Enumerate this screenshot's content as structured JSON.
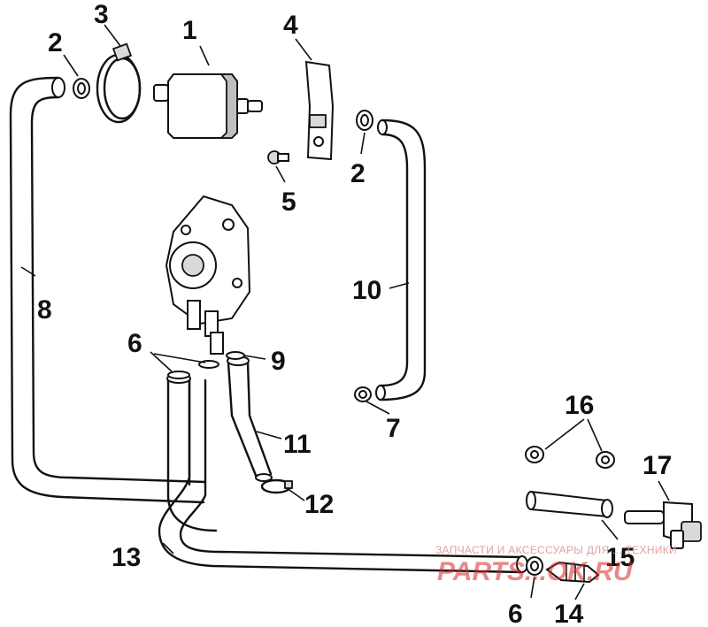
{
  "diagram": {
    "callouts": {
      "c1": "1",
      "c2a": "2",
      "c2b": "2",
      "c3": "3",
      "c4": "4",
      "c5": "5",
      "c6a": "6",
      "c6b": "6",
      "c7": "7",
      "c8": "8",
      "c9": "9",
      "c10": "10",
      "c11": "11",
      "c12": "12",
      "c13": "13",
      "c14": "14",
      "c15": "15",
      "c16": "16",
      "c17": "17"
    }
  },
  "watermark": {
    "tagline": "ЗАПЧАСТИ И АКСЕССУАРЫ ДЛЯ ... ТЕХНИКИ",
    "brand": "PARTS...OK.RU"
  }
}
